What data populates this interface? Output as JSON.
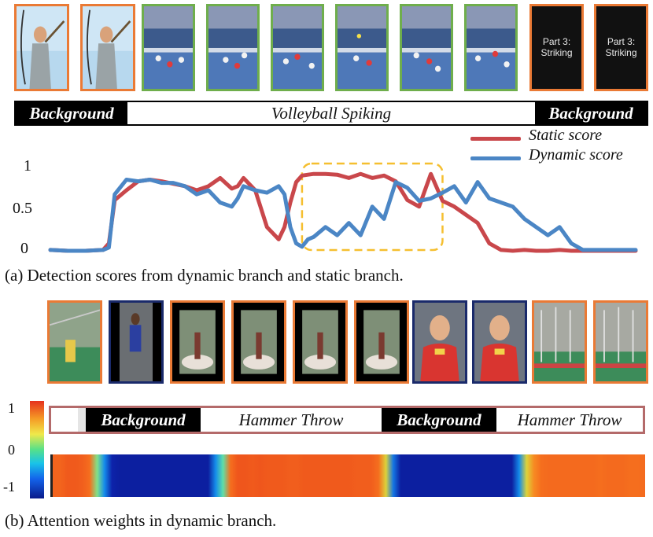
{
  "figure_a": {
    "frame_text": "Part 3:\nStriking",
    "segments": [
      "Background",
      "Volleyball Spiking",
      "Background"
    ],
    "legend": {
      "static": "Static score",
      "dynamic": "Dynamic score",
      "static_color": "#c9474b",
      "dynamic_color": "#4b86c5",
      "highlight_color": "#f5bf30"
    },
    "chart_data": {
      "type": "line",
      "title": "",
      "xlabel": "",
      "ylabel": "",
      "y_ticks": [
        "1",
        "0.5",
        "0"
      ],
      "ylim": [
        0,
        1
      ],
      "x": [
        0,
        3,
        6,
        9,
        10,
        11,
        13,
        15,
        17,
        19,
        21,
        23,
        25,
        27,
        29,
        31,
        32,
        33,
        35,
        37,
        39,
        40,
        41,
        42,
        43,
        44,
        45,
        47,
        49,
        51,
        53,
        55,
        57,
        59,
        61,
        63,
        65,
        67,
        69,
        71,
        73,
        75,
        77,
        79,
        81,
        83,
        85,
        87,
        89,
        91,
        93,
        95,
        97,
        99,
        100
      ],
      "series": [
        {
          "name": "Static score",
          "values": [
            0.02,
            0.01,
            0.01,
            0.02,
            0.1,
            0.63,
            0.75,
            0.86,
            0.88,
            0.86,
            0.83,
            0.8,
            0.75,
            0.8,
            0.9,
            0.77,
            0.8,
            0.9,
            0.75,
            0.3,
            0.15,
            0.3,
            0.6,
            0.85,
            0.93,
            0.94,
            0.95,
            0.95,
            0.94,
            0.9,
            0.95,
            0.9,
            0.93,
            0.86,
            0.63,
            0.55,
            0.95,
            0.62,
            0.55,
            0.45,
            0.35,
            0.1,
            0.02,
            0.01,
            0.02,
            0.01,
            0.01,
            0.02,
            0.01,
            0.01,
            0.01,
            0.01,
            0.01,
            0.01,
            0.01
          ]
        },
        {
          "name": "Dynamic score",
          "values": [
            0.02,
            0.01,
            0.01,
            0.02,
            0.05,
            0.7,
            0.88,
            0.86,
            0.88,
            0.84,
            0.84,
            0.8,
            0.7,
            0.75,
            0.6,
            0.55,
            0.65,
            0.8,
            0.75,
            0.72,
            0.8,
            0.7,
            0.3,
            0.1,
            0.06,
            0.15,
            0.18,
            0.3,
            0.2,
            0.35,
            0.2,
            0.55,
            0.4,
            0.85,
            0.78,
            0.62,
            0.65,
            0.72,
            0.8,
            0.6,
            0.85,
            0.65,
            0.6,
            0.55,
            0.4,
            0.3,
            0.2,
            0.3,
            0.1,
            0.02,
            0.02,
            0.02,
            0.02,
            0.02,
            0.02
          ]
        }
      ]
    },
    "highlight_range": [
      43,
      67
    ],
    "caption": "(a) Detection scores from dynamic branch and static branch."
  },
  "figure_b": {
    "segments": [
      "Background",
      "Hammer Throw",
      "Background",
      "Hammer Throw"
    ],
    "colorbar_ticks": [
      "1",
      "0",
      "-1"
    ],
    "attention_weights": [
      0.75,
      0.75,
      0.8,
      0.8,
      0.78,
      0.7,
      0.1,
      -0.2,
      -0.8,
      -0.85,
      -0.85,
      -0.85,
      -0.85,
      -0.85,
      -0.85,
      -0.85,
      -0.85,
      -0.85,
      -0.85,
      -0.85,
      -0.85,
      -0.85,
      -0.2,
      0.05,
      0.7,
      0.82,
      0.82,
      0.8,
      0.82,
      0.8,
      0.8,
      0.8,
      0.78,
      0.78,
      0.8,
      0.8,
      0.8,
      0.8,
      0.8,
      0.8,
      0.8,
      0.78,
      0.78,
      0.78,
      0.7,
      0.3,
      -0.3,
      -0.85,
      -0.85,
      -0.85,
      -0.85,
      -0.85,
      -0.85,
      -0.85,
      -0.85,
      -0.85,
      -0.85,
      -0.85,
      -0.85,
      -0.85,
      -0.85,
      -0.85,
      -0.85,
      -0.2,
      0.3,
      0.6,
      0.7,
      0.72,
      0.72,
      0.72,
      0.72,
      0.72,
      0.72,
      0.72,
      0.7,
      0.72,
      0.72,
      0.72,
      0.7,
      0.7,
      0.72
    ],
    "caption": "(b) Attention weights in dynamic branch."
  }
}
